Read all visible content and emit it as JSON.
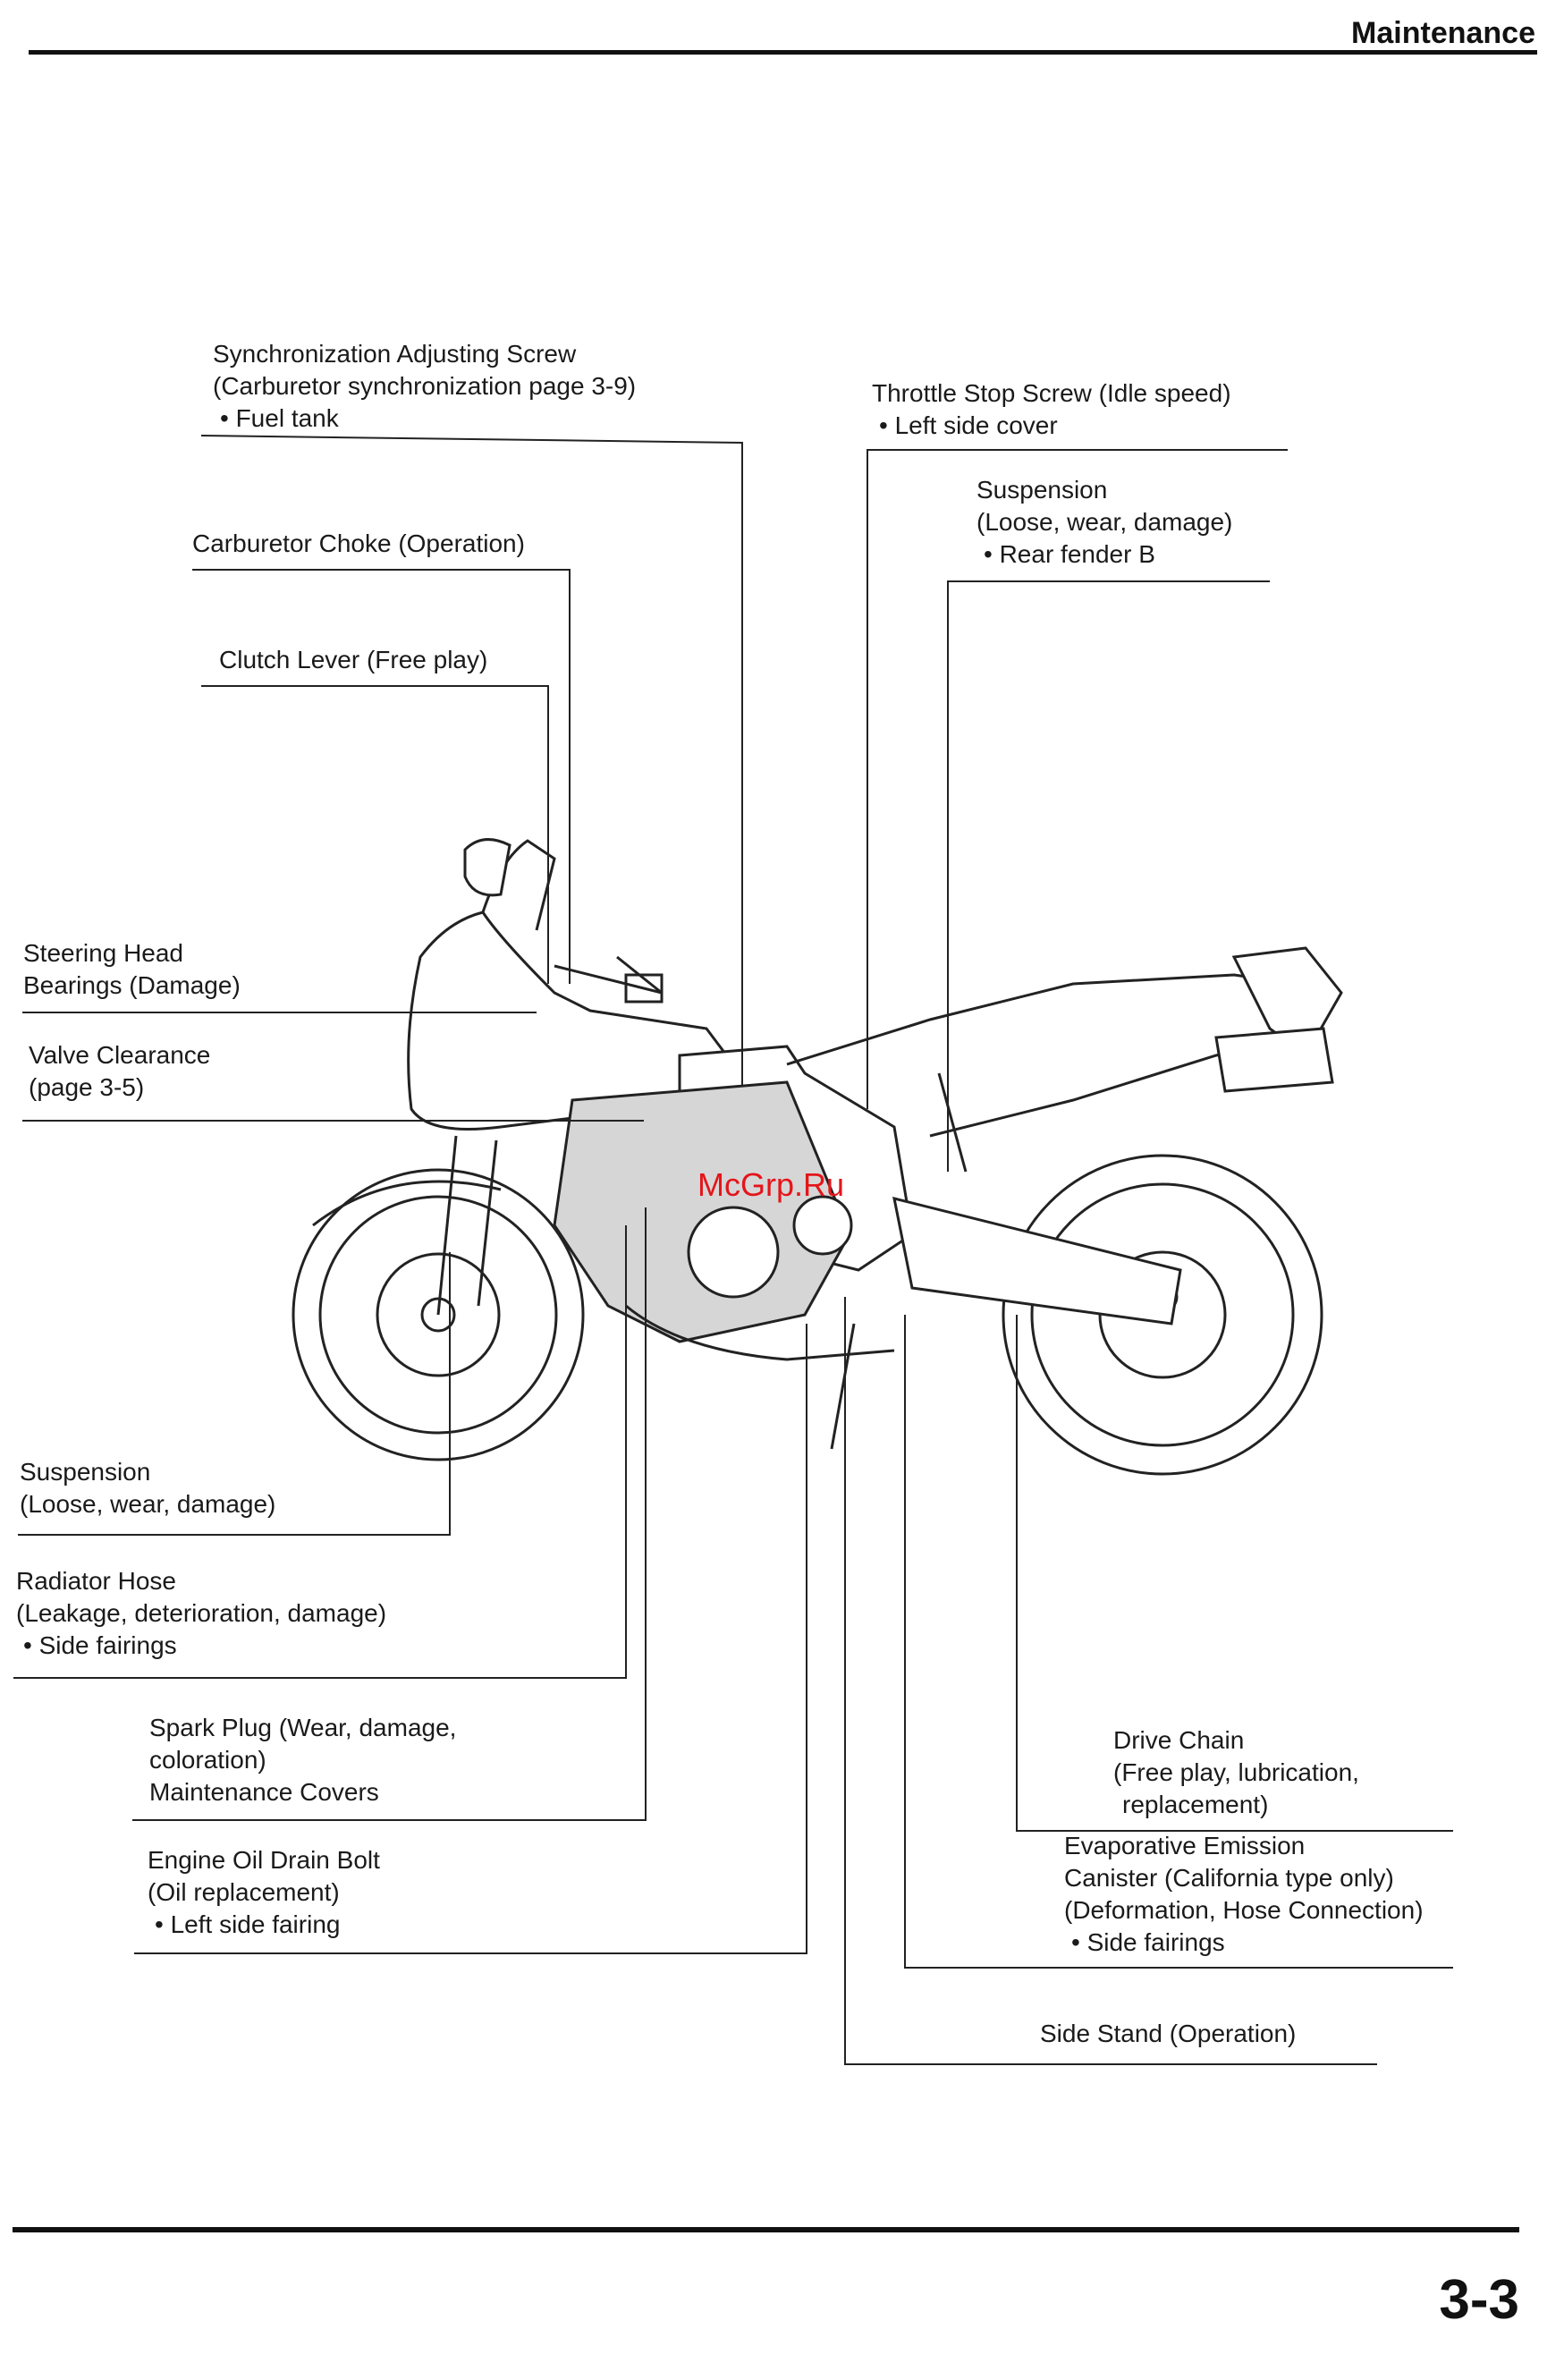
{
  "header": {
    "section_title": "Maintenance"
  },
  "footer": {
    "page_number": "3-3"
  },
  "watermark": "McGrp.Ru",
  "callouts": {
    "sync_screw": {
      "lines": [
        "Synchronization Adjusting Screw",
        "(Carburetor synchronization page 3-9)",
        "• Fuel tank"
      ]
    },
    "carb_choke": {
      "lines": [
        "Carburetor Choke (Operation)"
      ]
    },
    "clutch_lever": {
      "lines": [
        "Clutch Lever (Free play)"
      ]
    },
    "steering_head": {
      "lines": [
        "Steering Head",
        "Bearings (Damage)"
      ]
    },
    "valve_clearance": {
      "lines": [
        "Valve Clearance",
        "(page 3-5)"
      ]
    },
    "front_suspension": {
      "lines": [
        "Suspension",
        "(Loose, wear, damage)"
      ]
    },
    "radiator_hose": {
      "lines": [
        "Radiator Hose",
        "(Leakage, deterioration, damage)",
        "• Side fairings"
      ]
    },
    "spark_plug": {
      "lines": [
        "Spark Plug (Wear, damage,",
        "coloration)",
        "Maintenance Covers"
      ]
    },
    "oil_drain": {
      "lines": [
        "Engine Oil Drain Bolt",
        "(Oil replacement)",
        "• Left side fairing"
      ]
    },
    "throttle_stop": {
      "lines": [
        "Throttle Stop Screw (Idle speed)",
        "• Left side cover"
      ]
    },
    "rear_suspension": {
      "lines": [
        "Suspension",
        "(Loose, wear, damage)",
        "• Rear fender B"
      ]
    },
    "drive_chain": {
      "lines": [
        "Drive Chain",
        "(Free play, lubrication,",
        "replacement)"
      ]
    },
    "evap_canister": {
      "lines": [
        "Evaporative Emission",
        "Canister (California type only)",
        "(Deformation, Hose Connection)",
        "• Side fairings"
      ]
    },
    "side_stand": {
      "lines": [
        "Side Stand (Operation)"
      ]
    }
  }
}
